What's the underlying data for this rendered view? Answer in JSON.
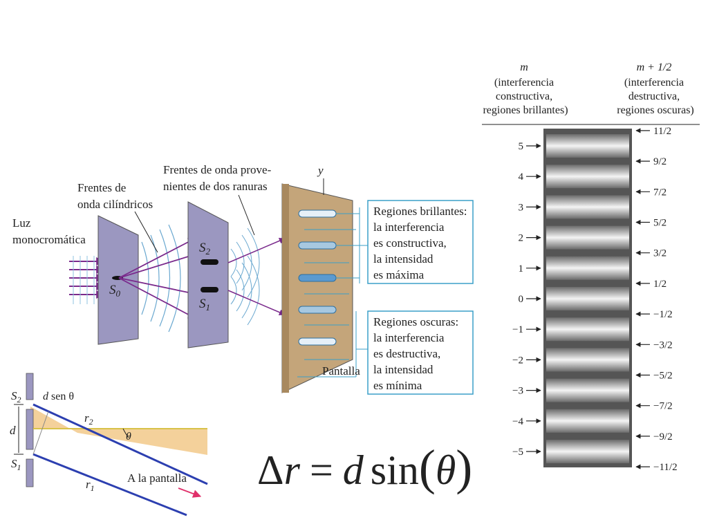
{
  "setup": {
    "source_label": [
      "Luz",
      "monocromática"
    ],
    "cyl_wave_label": [
      "Frentes de",
      "onda cilíndricos"
    ],
    "two_slit_wave_label": [
      "Frentes de onda prove-",
      "nientes de dos ranuras"
    ],
    "s0": "S",
    "s0_sub": "0",
    "s1": "S",
    "s1_sub": "1",
    "s2": "S",
    "s2_sub": "2",
    "y_axis": "y",
    "screen_label": "Pantalla",
    "bright_box": [
      "Regiones brillantes:",
      "la interferencia",
      "es constructiva,",
      "la intensidad",
      "es máxima"
    ],
    "dark_box": [
      "Regiones oscuras:",
      "la interferencia",
      "es destructiva,",
      "la intensidad",
      "es mínima"
    ]
  },
  "geometry": {
    "s2": "S",
    "s2_sub": "2",
    "s1": "S",
    "s1_sub": "1",
    "d": "d",
    "dsen_d": "d",
    "dsen_rest": "sen θ",
    "r2": "r",
    "r2_sub": "2",
    "r1": "r",
    "r1_sub": "1",
    "theta": "θ",
    "to_screen": "A la pantalla"
  },
  "fringes": {
    "left_header": [
      "m",
      "(interferencia",
      "constructiva,",
      "regiones brillantes)"
    ],
    "right_header": [
      "m + 1/2",
      "(interferencia",
      "destructiva,",
      "regiones oscuras)"
    ],
    "m_labels": [
      "5",
      "4",
      "3",
      "2",
      "1",
      "0",
      "−1",
      "−2",
      "−3",
      "−4",
      "−5"
    ],
    "half_labels": [
      "11/2",
      "9/2",
      "7/2",
      "5/2",
      "3/2",
      "1/2",
      "−1/2",
      "−3/2",
      "−5/2",
      "−7/2",
      "−9/2",
      "−11/2"
    ]
  },
  "formula": {
    "delta": "Δ",
    "r": "r",
    "eq": "=",
    "d": "d",
    "sin": "sin",
    "lparen": "(",
    "theta": "θ",
    "rparen": ")"
  },
  "colors": {
    "arrow_purple": "#7a2a8c",
    "box_border": "#3a9fc8",
    "plate": "#9b97c0",
    "screen": "#c4a57a",
    "geom_band": "#f2c98a",
    "ray_blue": "#2c3fb0",
    "axis_yellow": "#d8c24a"
  }
}
